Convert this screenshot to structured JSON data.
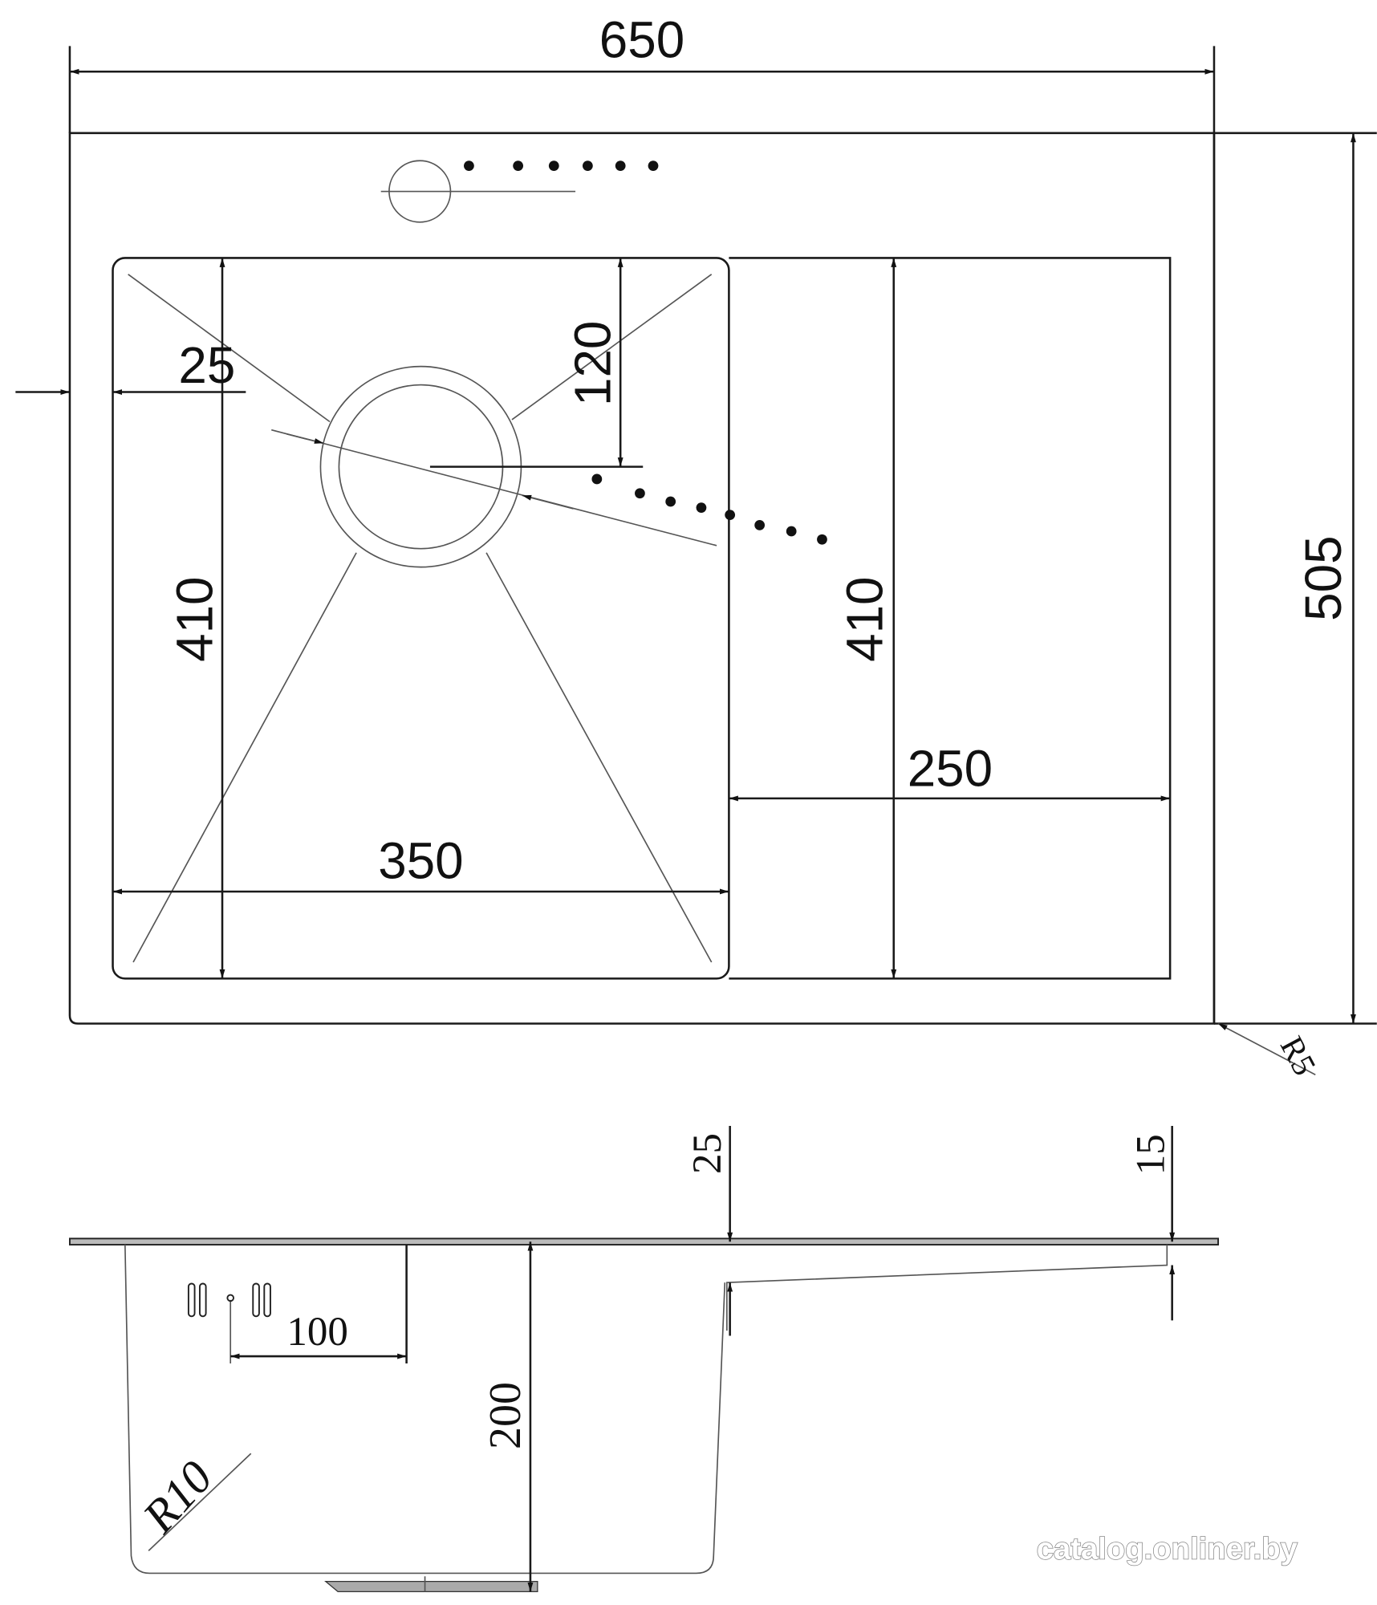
{
  "top_view": {
    "overall_width": "650",
    "overall_depth": "505",
    "bowl_depth_left": "410",
    "bowl_depth_right": "410",
    "bowl_width": "350",
    "drainboard_width": "250",
    "edge_offset": "25",
    "drain_offset": "120",
    "corner_radius": "R5"
  },
  "side_view": {
    "bowl_height": "200",
    "rim_thickness": "25",
    "drainboard_drop": "15",
    "overflow_offset": "100",
    "bowl_radius": "R10"
  },
  "watermark": "catalog.onliner.by"
}
